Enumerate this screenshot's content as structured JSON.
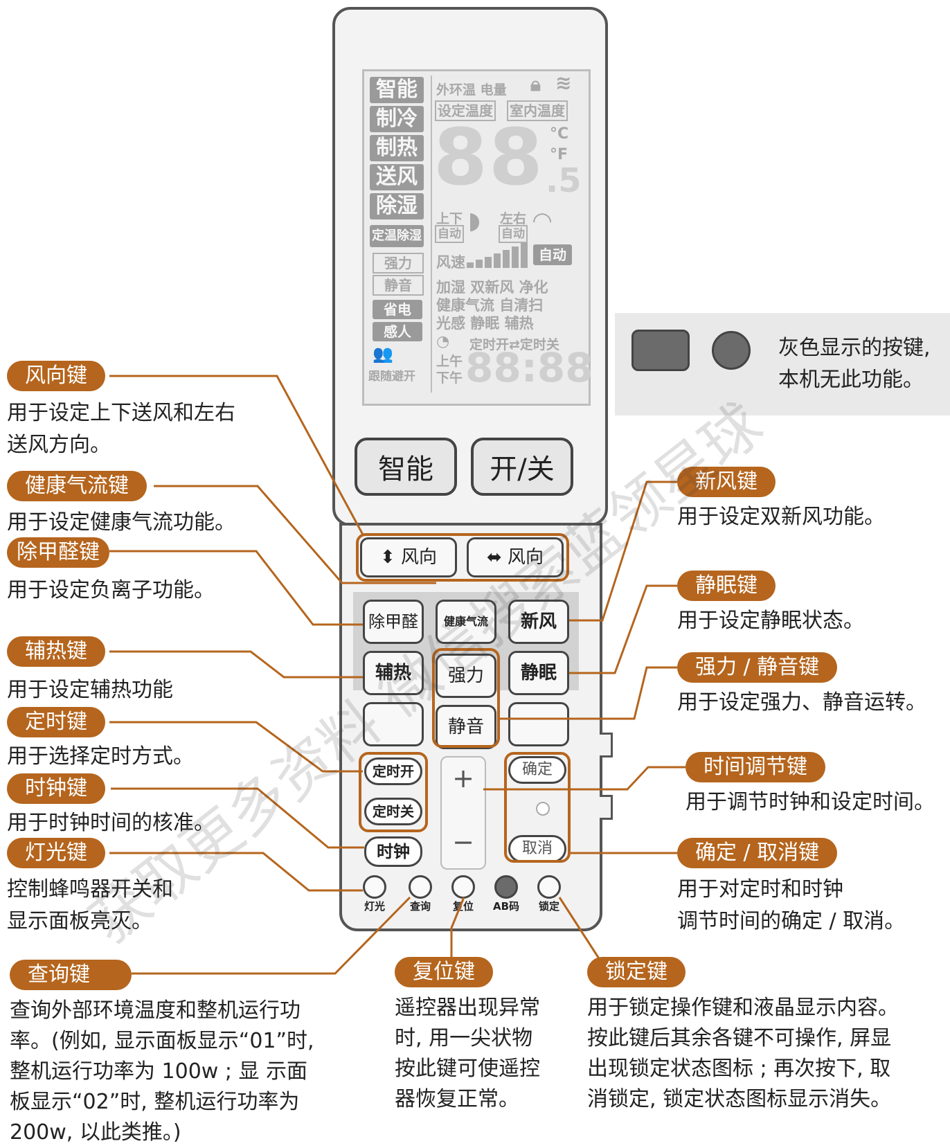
{
  "watermark": "获取更多资料 微信搜索蓝领星球",
  "remote": {
    "lcd": {
      "modes": [
        "智能",
        "制冷",
        "制热",
        "送风",
        "除湿"
      ],
      "mode_small": "定温除湿",
      "mode_boxes": [
        "强力",
        "静音"
      ],
      "mode_filled": [
        "省电",
        "感人"
      ],
      "follow": "跟随避开",
      "header_outdoor": "外环温 电量",
      "box_set_temp": "设定温度",
      "box_room_temp": "室内温度",
      "digits": "88",
      "unit_c": "°C",
      "unit_f": "°F",
      "half": ".5",
      "updown": "上下",
      "updown_auto": "自动",
      "leftright": "左右",
      "leftright_auto": "自动",
      "fan_speed": "风速",
      "fan_auto": "自动",
      "func_row1": "加湿 双新风 净化",
      "func_row2": "健康气流 自清扫",
      "func_row3": "光感 静眠   辅热",
      "timer_row": "定时开⇄定时关",
      "am": "上午",
      "pm": "下午",
      "clock": "88:88"
    },
    "btn_smart": "智能",
    "btn_power": "开/关",
    "btn_swing_v": "风向",
    "btn_swing_h": "风向",
    "key_formaldehyde": "除甲醛",
    "key_health_air": "健康气流",
    "key_fresh_air": "新风",
    "key_aux_heat": "辅热",
    "key_turbo": "强力",
    "key_sleep": "静眠",
    "key_mute": "静音",
    "btn_timer_on": "定时开",
    "btn_timer_off": "定时关",
    "btn_clock": "时钟",
    "plus": "+",
    "minus": "−",
    "btn_confirm": "确定",
    "btn_cancel": "取消",
    "small_buttons": [
      "灯光",
      "查询",
      "复位",
      "AB码",
      "锁定"
    ]
  },
  "legend": {
    "text": "灰色显示的按键,\n本机无此功能。"
  },
  "callouts": {
    "wind_dir": {
      "tag": "风向键",
      "desc": "用于设定上下送风和左右\n送风方向。"
    },
    "health_air": {
      "tag": "健康气流键",
      "desc": "用于设定健康气流功能。"
    },
    "formaldehyde": {
      "tag": "除甲醛键",
      "desc": "用于设定负离子功能。"
    },
    "aux_heat": {
      "tag": "辅热键",
      "desc": "用于设定辅热功能"
    },
    "timer": {
      "tag": "定时键",
      "desc": "用于选择定时方式。"
    },
    "clock": {
      "tag": "时钟键",
      "desc": "用于时钟时间的核准。"
    },
    "light": {
      "tag": "灯光键",
      "desc": "控制蜂鸣器开关和\n显示面板亮灭。"
    },
    "query": {
      "tag": "查询键",
      "desc": "查询外部环境温度和整机运行功\n率。(例如, 显示面板显示“01”时,\n整机运行功率为 100w ; 显  示面\n板显示“02”时, 整机运行功率为\n200w, 以此类推。)"
    },
    "reset": {
      "tag": "复位键",
      "desc": "遥控器出现异常\n时, 用一尖状物\n按此键可使遥控\n器恢复正常。"
    },
    "lock": {
      "tag": "锁定键",
      "desc": "用于锁定操作键和液晶显示内容。\n按此键后其余各键不可操作, 屏显\n出现锁定状态图标 ; 再次按下, 取\n消锁定, 锁定状态图标显示消失。"
    },
    "fresh_air": {
      "tag": "新风键",
      "desc": "用于设定双新风功能。"
    },
    "sleep": {
      "tag": "静眠键",
      "desc": "用于设定静眠状态。"
    },
    "turbo_mute": {
      "tag": "强力 / 静音键",
      "desc": "用于设定强力、静音运转。"
    },
    "time_adjust": {
      "tag": "时间调节键",
      "desc": "用于调节时钟和设定时间。"
    },
    "confirm_cancel": {
      "tag": "确定 / 取消键",
      "desc": "用于对定时和时钟\n调节时间的确定 / 取消。"
    }
  },
  "colors": {
    "accent": "#b5651d",
    "grey_key": "#6b6b6b"
  }
}
